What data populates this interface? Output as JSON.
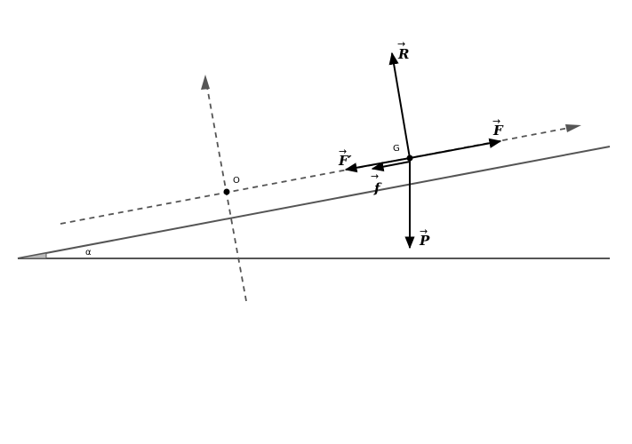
{
  "labels": {
    "R": "R",
    "F": "F",
    "F_prime": "F′",
    "f": "f",
    "P": "P",
    "G": "G",
    "O": "O",
    "alpha": "α"
  },
  "colors": {
    "line": "#555555",
    "vector": "#000000",
    "background": "#ffffff"
  }
}
